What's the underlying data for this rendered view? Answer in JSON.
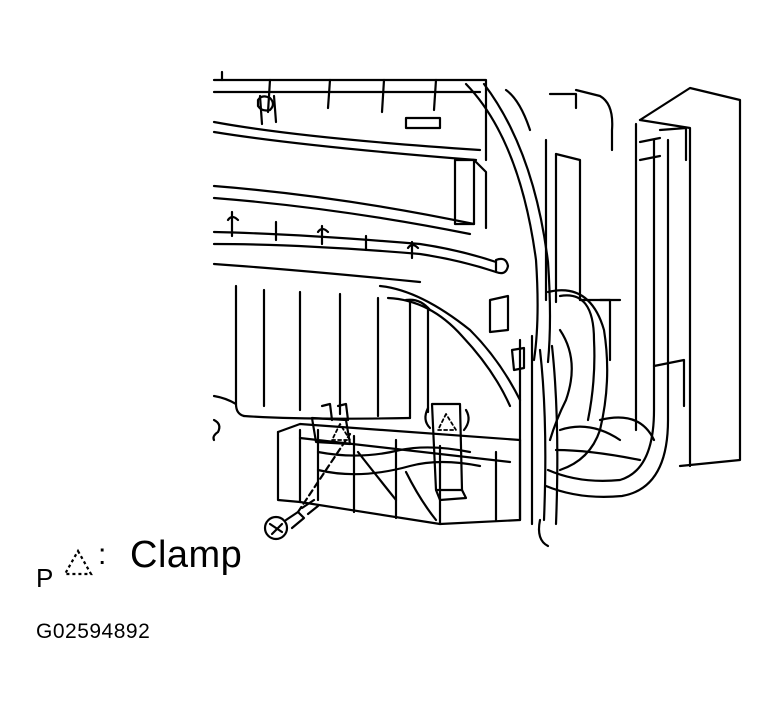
{
  "legend": {
    "prefix": "P",
    "symbol_icon": "dashed-triangle-icon",
    "separator": ":",
    "label": "Clamp"
  },
  "figure_code": "G02594892",
  "colors": {
    "line": "#000000",
    "background": "#ffffff"
  }
}
